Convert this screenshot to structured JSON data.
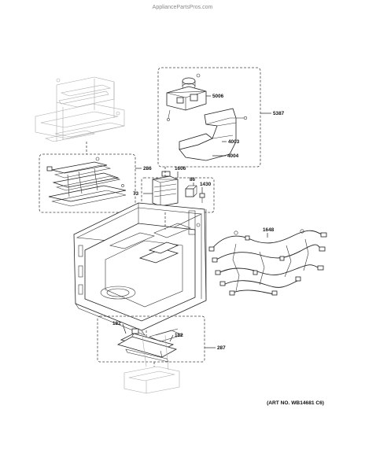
{
  "header": {
    "site": "AppliancePartsPros.com"
  },
  "callouts": {
    "c5006": "5006",
    "c5387": "5387",
    "c4003": "4003",
    "c4004": "4004",
    "c286": "286",
    "c1606": "1606",
    "c86": "86",
    "c1430": "1430",
    "c73": "73",
    "c1648": "1648",
    "c182a": "182",
    "c182b": "182",
    "c287": "287"
  },
  "footer": {
    "art_no": "(ART NO. WB14681 C6)"
  }
}
